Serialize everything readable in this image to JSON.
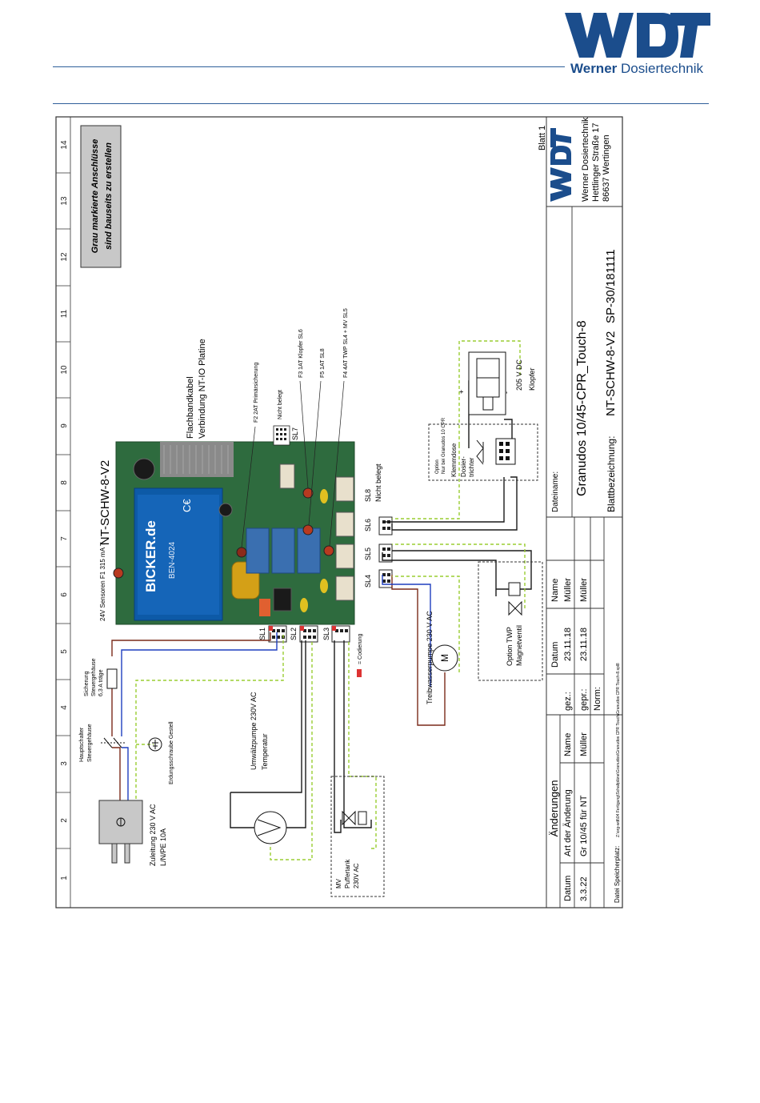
{
  "header": {
    "brand_bold": "Werner",
    "brand_rest": " Dosiertechnik",
    "logo_text": "WDT"
  },
  "colors": {
    "brand_blue": "#1b4d8c",
    "wire_brown": "#7a2a1a",
    "wire_blue": "#1f3fbf",
    "wire_ground": "#9acd32",
    "wire_red": "#c0392b",
    "board_green": "#2e6b3e"
  },
  "grid_columns": [
    "1",
    "2",
    "3",
    "4",
    "5",
    "6",
    "7",
    "8",
    "9",
    "10",
    "11",
    "12",
    "13",
    "14"
  ],
  "notice": {
    "line1": "Grau markierte Anschlüsse",
    "line2": "sind bauseits zu erstellen"
  },
  "board": {
    "title": "NT-SCHW-8-V2",
    "psu_brand": "BICKER.de",
    "psu_model": "BEN-4024",
    "fuse_f1": "24V  Sensoren F1 315  mA T",
    "fuse_f2": "F2 2AT Primärsicherung",
    "fuse_f3": "F3 1AT Klopfer SL6",
    "fuse_f5": "F5 1AT SL8",
    "fuse_f4": "F4 4AT TWP SL4 + MV SL5",
    "ribbon_line1": "Flachbandkabel",
    "ribbon_line2": "Verbindung NT-IO Platine"
  },
  "connectors": {
    "sl1": "SL1",
    "sl2": "SL2",
    "sl3": "SL3",
    "sl4": "SL4",
    "sl5": "SL5",
    "sl6": "SL6",
    "sl7": "SL7",
    "sl8": "SL8",
    "sl7_note": "Nicht belegt",
    "sl8_note": "Nicht belegt",
    "coding": "= Codierung"
  },
  "components": {
    "supply_line1": "Zuleitung 230 V AC",
    "supply_line2": "L/N/PE 10A",
    "main_switch_line1": "Hauptschalter",
    "main_switch_line2": "Steuergehäuse",
    "fuse_line1": "Sicherung",
    "fuse_line2": "Steuergehäuse",
    "fuse_line3": "6,3 A träge",
    "ground_screw": "Erdungsschraube Gestell",
    "circ_pump_line1": "Umwälzpumpe 230V AC",
    "circ_pump_line2": "Temperatur",
    "mv_line1": "MV",
    "mv_line2": "Puffertank",
    "mv_line3": "230V AC",
    "motive_pump": "Treibwasserpumpe 230 V AC",
    "twp_line1": "Option TWP",
    "twp_line2": "Magnetventil",
    "knocker_line1": "205 V DC",
    "knocker_line2": "Klopfer",
    "terminal_box": "Klemmdose",
    "funnel_line1": "Dosier-",
    "funnel_line2": "trichter",
    "option_line1": "Option",
    "option_line2": "Nur bei Granudos 10 CPR",
    "motor_symbol": "M"
  },
  "title_block": {
    "changes_title": "Änderungen",
    "col_date": "Datum",
    "col_kind": "Art der Änderung",
    "col_name": "Name",
    "change_date": "3.3.22",
    "change_kind": "Gr 10/45 für NT",
    "change_name": "Müller",
    "drawn_label": "gez.:",
    "drawn_date": "23.11.18",
    "drawn_name": "Müller",
    "checked_label": "gepr.:",
    "checked_date": "23.11.18",
    "checked_name": "Müller",
    "norm_label": "Norm:",
    "filename_label": "Dateiname:",
    "filename": "Granudos 10/45-CPR_Touch-8",
    "sheet_label": "Blattbezeichnung:",
    "sheet_name": "NT-SCHW-8-V2",
    "sheet_number": "SP-30/181111",
    "blatt": "Blatt 1",
    "company": "Werner Dosiertechnik",
    "street": "Hettlinger Straße 17",
    "city": "86637 Wertingen",
    "storage": "Datei Speicherplatz:",
    "storage_path": "Z:\\org-wdt\\04 Fertigung\\Schaltpläne\\Granudos\\Granudos CPR Touch\\Granudos CPR Touch-8.spl8"
  }
}
